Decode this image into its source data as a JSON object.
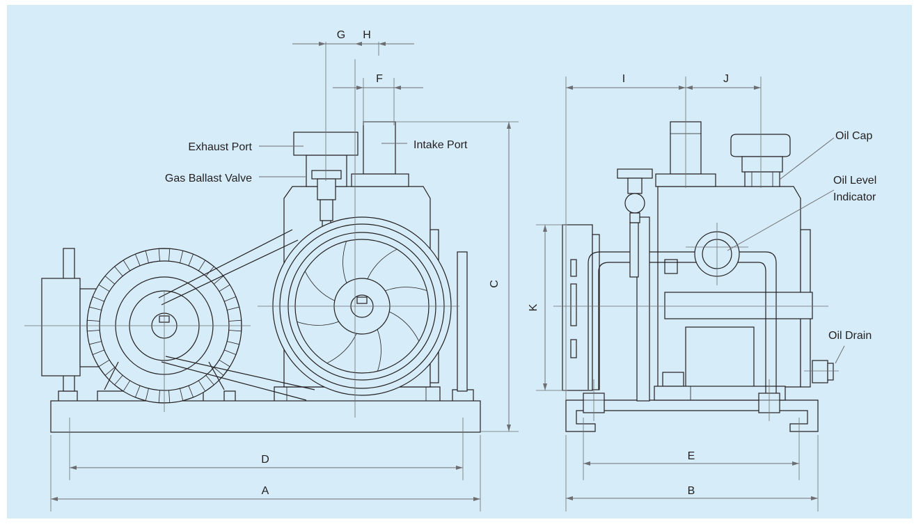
{
  "colors": {
    "background": "#d6ecf8",
    "outer": "#ffffff",
    "line": "#231f20",
    "dimension": "#6d6e71"
  },
  "front_view": {
    "labels": {
      "exhaust_port": "Exhaust Port",
      "gas_ballast_valve": "Gas Ballast Valve",
      "intake_port": "Intake Port"
    },
    "dimensions": {
      "g": "G",
      "h": "H",
      "f": "F",
      "c": "C",
      "d": "D",
      "a": "A"
    }
  },
  "side_view": {
    "labels": {
      "oil_cap": "Oil Cap",
      "oil_level_line1": "Oil Level",
      "oil_level_line2": "Indicator",
      "oil_drain": "Oil Drain"
    },
    "dimensions": {
      "i": "I",
      "j": "J",
      "k": "K",
      "e": "E",
      "b": "B"
    }
  }
}
